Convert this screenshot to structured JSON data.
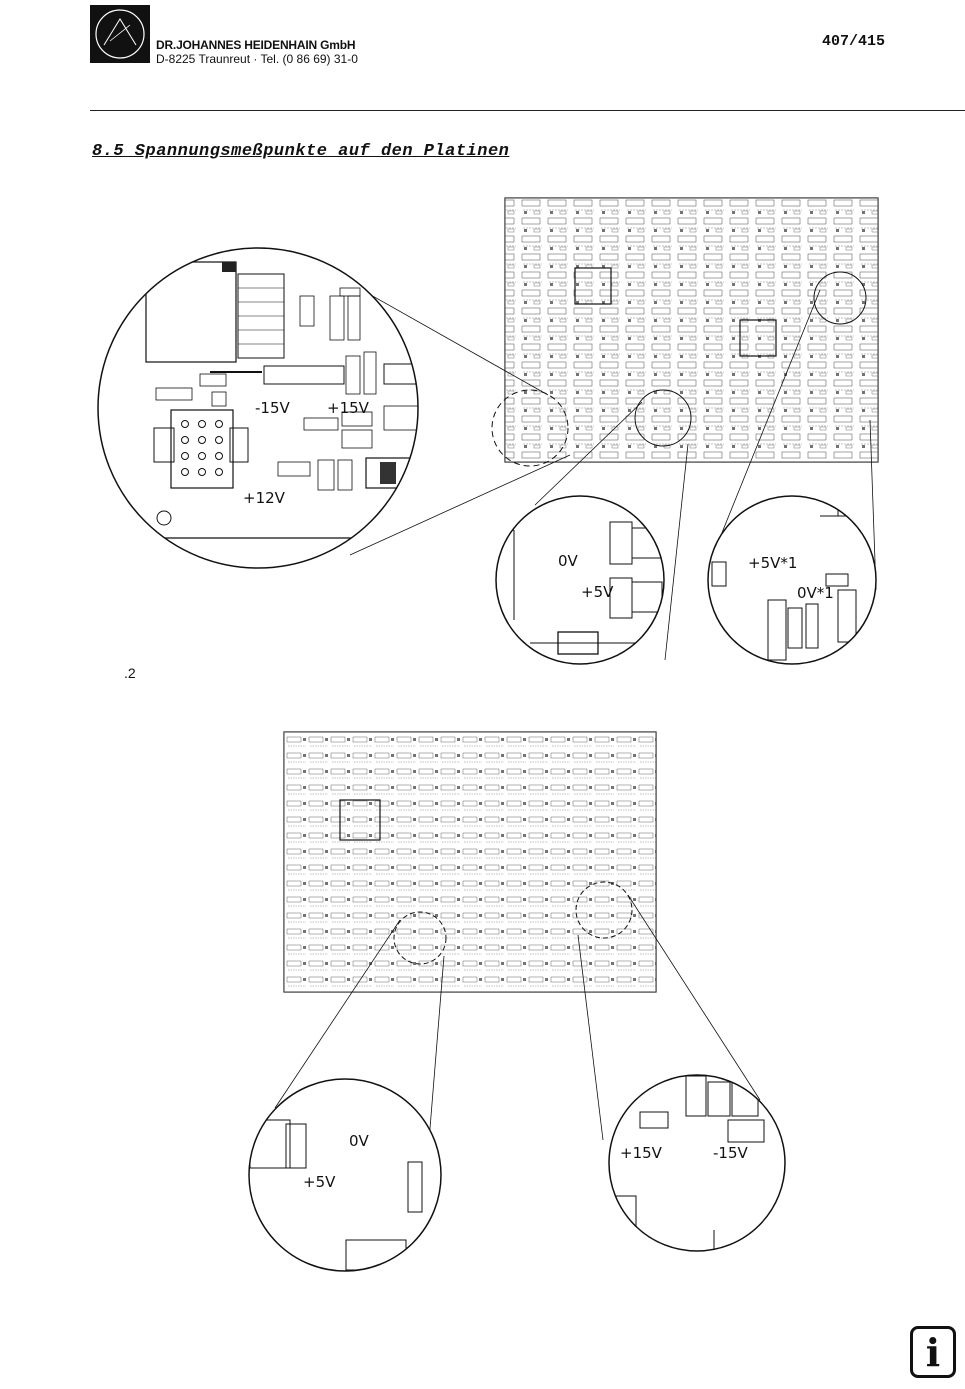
{
  "header": {
    "company": "DR.JOHANNES HEIDENHAIN GmbH",
    "address": "D-8225 Traunreut · Tel. (0 86 69) 31-0",
    "doc_number": "407/415"
  },
  "section_title": "8.5 Spannungsmeßpunkte auf den Platinen",
  "figure_label": ".2",
  "board1": {
    "zoom_left": {
      "labels": [
        "-15V",
        "+15V",
        "+12V"
      ]
    },
    "zoom_mid": {
      "labels": [
        "0V",
        "+5V"
      ]
    },
    "zoom_right": {
      "labels": [
        "+5V*1",
        "0V*1"
      ]
    }
  },
  "board2": {
    "zoom_left": {
      "labels": [
        "0V",
        "+5V"
      ]
    },
    "zoom_right": {
      "labels": [
        "+15V",
        "-15V"
      ]
    }
  },
  "info_icon": "info-icon",
  "colors": {
    "ink": "#111111",
    "paper": "#ffffff"
  }
}
